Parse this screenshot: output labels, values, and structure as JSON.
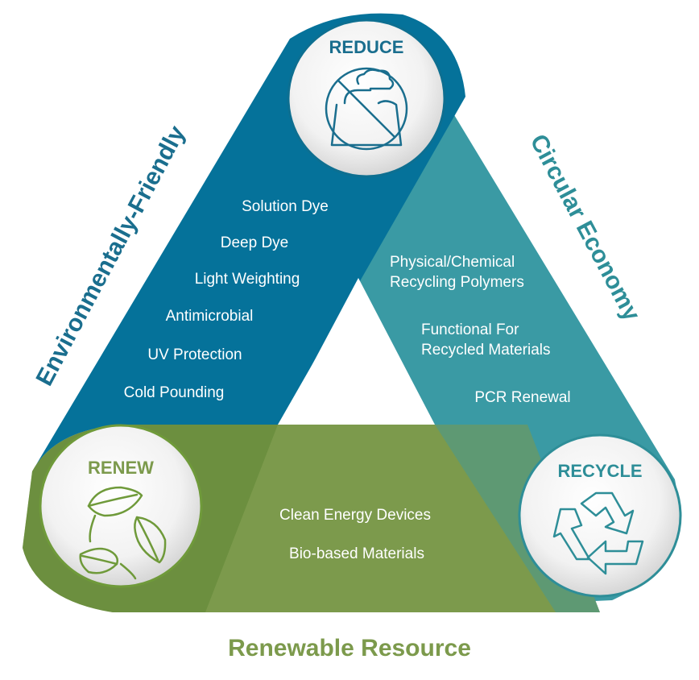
{
  "colors": {
    "blue": "#05729A",
    "teal": "#3A9AA4",
    "green": "#7C9A4C",
    "green_dark": "#5F8734",
    "title_blue": "#1A6E8E",
    "title_teal": "#2E8E98",
    "title_green": "#7C9A4C"
  },
  "nodes": {
    "reduce": {
      "title": "REDUCE",
      "icon": "no-factory-icon"
    },
    "renew": {
      "title": "RENEW",
      "icon": "leaves-icon"
    },
    "recycle": {
      "title": "RECYCLE",
      "icon": "recycle-arrows-icon"
    }
  },
  "sides": {
    "left": {
      "title": "Environmentally-Friendly",
      "items": [
        "Solution Dye",
        "Deep Dye",
        "Light Weighting",
        "Antimicrobial",
        "UV Protection",
        "Cold Pounding"
      ]
    },
    "right": {
      "title": "Circular Economy",
      "items": [
        "Physical/Chemical",
        "Recycling Polymers",
        "Functional For",
        "Recycled Materials",
        "PCR Renewal"
      ]
    },
    "bottom": {
      "title": "Renewable Resource",
      "items": [
        "Clean Energy Devices",
        "Bio-based Materials"
      ]
    }
  }
}
